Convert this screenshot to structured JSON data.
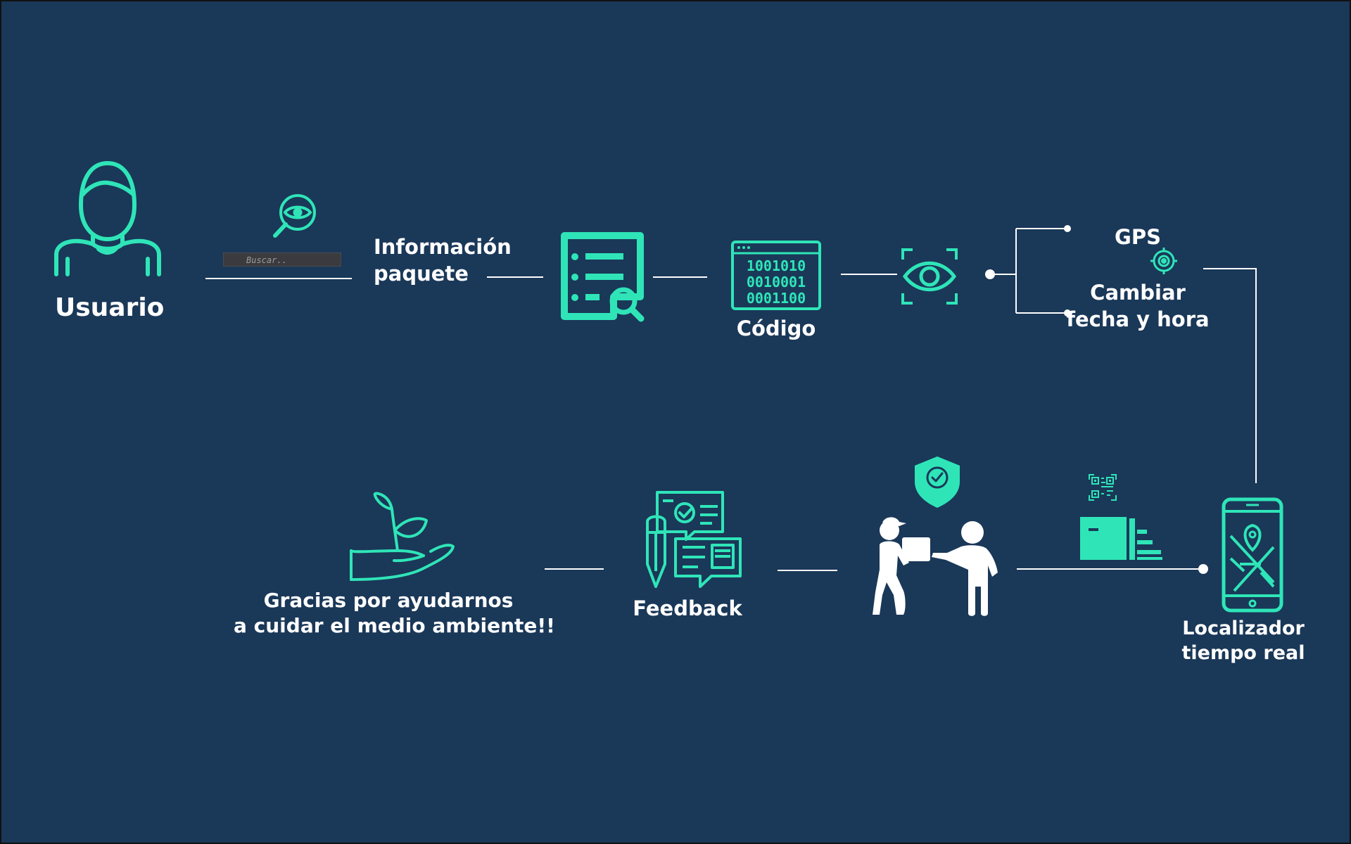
{
  "colors": {
    "background": "#1a3858",
    "accent": "#2fe5b8",
    "line": "#ffffff",
    "text": "#ffffff"
  },
  "nodes": {
    "usuario": "Usuario",
    "search_placeholder": "Buscar..",
    "informacion_line1": "Información",
    "informacion_line2": "paquete",
    "codigo": "Código",
    "gps": "GPS",
    "cambiar_line1": "Cambiar",
    "cambiar_line2": "fecha y hora",
    "localizador_line1": "Localizador",
    "localizador_line2": "tiempo real",
    "feedback": "Feedback",
    "gracias_line1": "Gracias por ayudarnos",
    "gracias_line2": "a cuidar el medio ambiente!!"
  },
  "binary_rows": [
    "1001010",
    "0010001",
    "0001100"
  ],
  "icons": {
    "user": "user-outline-icon",
    "search": "search-eye-icon",
    "document": "document-search-icon",
    "code": "binary-code-window-icon",
    "eye": "eye-scan-icon",
    "gps": "gps-target-icon",
    "phone": "phone-map-icon",
    "qr": "qr-code-icon",
    "shipping": "fast-delivery-box-icon",
    "shield": "shield-check-icon",
    "delivery": "package-handover-icon",
    "feedback": "feedback-chat-icon",
    "plant": "plant-in-hand-icon"
  }
}
